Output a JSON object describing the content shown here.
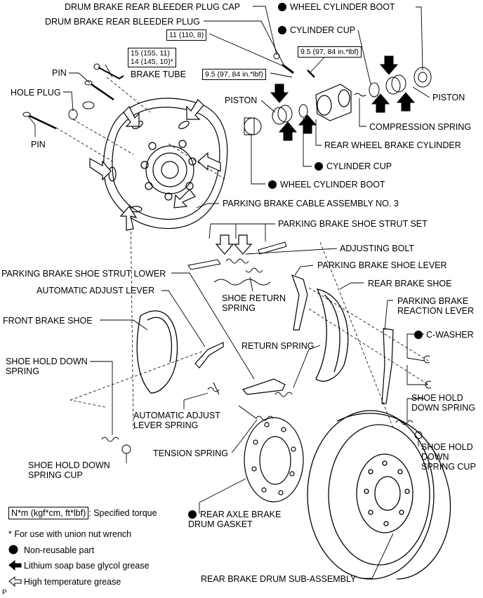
{
  "labels": {
    "drum_plug_cap": "DRUM BRAKE REAR BLEEDER PLUG CAP",
    "drum_plug": "DRUM BRAKE REAR BLEEDER PLUG",
    "torque_11": "11 (110, 8)",
    "torque_15": "15 (155, 11)",
    "torque_14": "14 (145, 10)*",
    "brake_tube": "BRAKE TUBE",
    "pin_top": "PIN",
    "hole_plug": "HOLE PLUG",
    "pin_left": "PIN",
    "wheel_cyl_boot_top": "WHEEL CYLINDER BOOT",
    "cylinder_cup_top": "CYLINDER CUP",
    "torque_95_right": "9.5 (97, 84 in.*lbf)",
    "torque_95_left": "9.5 (97, 84 in.*lbf)",
    "piston_right": "PISTON",
    "piston_left": "PISTON",
    "compression_spring": "COMPRESSION SPRING",
    "rear_wheel_cyl": "REAR WHEEL BRAKE CYLINDER",
    "cylinder_cup_bottom": "CYLINDER CUP",
    "wheel_cyl_boot_bottom": "WHEEL CYLINDER BOOT",
    "pk_cable": "PARKING BRAKE CABLE ASSEMBLY NO. 3",
    "pk_strut_set": "PARKING BRAKE SHOE STRUT SET",
    "adjusting_bolt": "ADJUSTING BOLT",
    "pk_strut_lower": "PARKING BRAKE SHOE STRUT LOWER",
    "pk_shoe_lever": "PARKING BRAKE SHOE LEVER",
    "auto_adj_lever": "AUTOMATIC ADJUST LEVER",
    "rear_brake_shoe": "REAR BRAKE SHOE",
    "shoe_return_spring": "SHOE RETURN SPRING",
    "pk_reaction_lever": "PARKING BRAKE REACTION LEVER",
    "front_brake_shoe": "FRONT BRAKE SHOE",
    "c_washer": "C-WASHER",
    "return_spring": "RETURN SPRING",
    "shoe_hold_down_spring_left": "SHOE HOLD DOWN SPRING",
    "shoe_hold_down_spring_right": "SHOE HOLD DOWN SPRING",
    "auto_adj_lever_spring": "AUTOMATIC ADJUST LEVER SPRING",
    "tension_spring": "TENSION SPRING",
    "shoe_hold_cup_left": "SHOE HOLD DOWN SPRING CUP",
    "shoe_hold_cup_right": "SHOE HOLD DOWN SPRING CUP",
    "axle_gasket": "REAR AXLE BRAKE DRUM GASKET",
    "drum_sub": "REAR BRAKE DRUM SUB-ASSEMBLY"
  },
  "legend": {
    "torque_unit": "N*m (kgf*cm, ft*lbf)",
    "torque_text": ": Specified torque",
    "union_nut": "* For use with union nut wrench",
    "non_reusable": "Non-reusable part",
    "lithium": "Lithium soap base glycol grease",
    "high_temp": "High temperature grease"
  },
  "corner_mark": "P"
}
